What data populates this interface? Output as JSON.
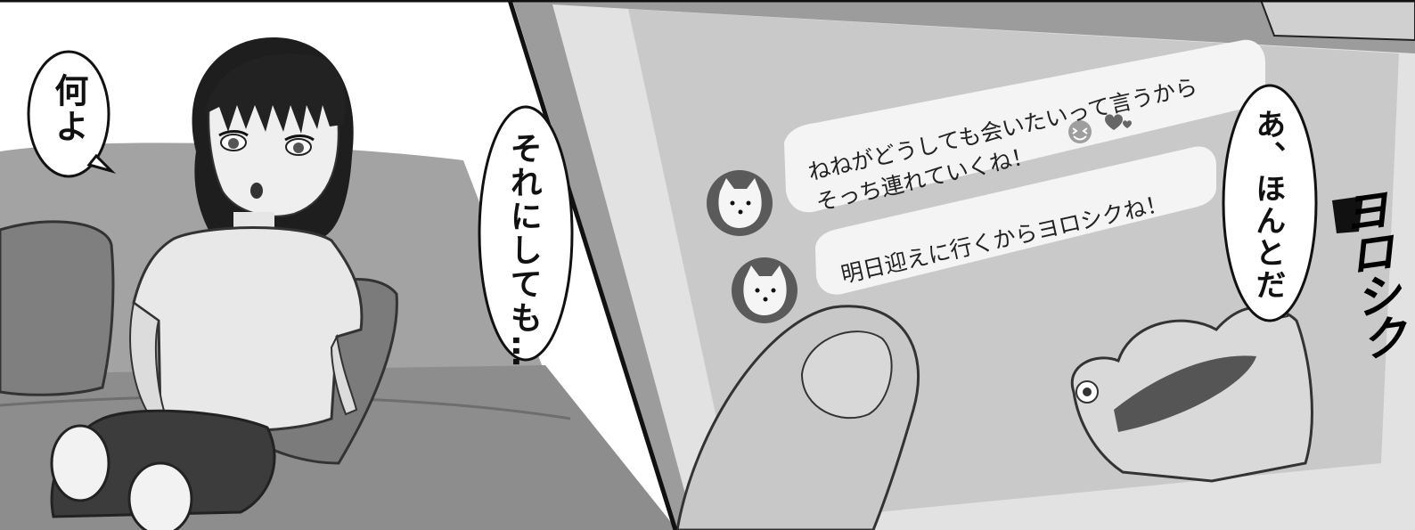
{
  "speech": {
    "nani_yo": "何よ",
    "sore_ni_shitemo": "それにしても…",
    "a_honto_da": "あ、ほんとだ"
  },
  "chat": {
    "message_1": {
      "line_1": "ねねがどうしても会いたいって言うから",
      "line_2": "そっち連れていくね！"
    },
    "message_2": "明日迎えに行くからヨロシクね！",
    "emoji": [
      "laughing-face-icon",
      "heart-icon"
    ]
  },
  "sfx": "ヨロシク",
  "colors": {
    "screen": "#c9c9c9",
    "bubble": "#f4f4f4",
    "couch": "#9a9a9a",
    "ink": "#111111"
  }
}
